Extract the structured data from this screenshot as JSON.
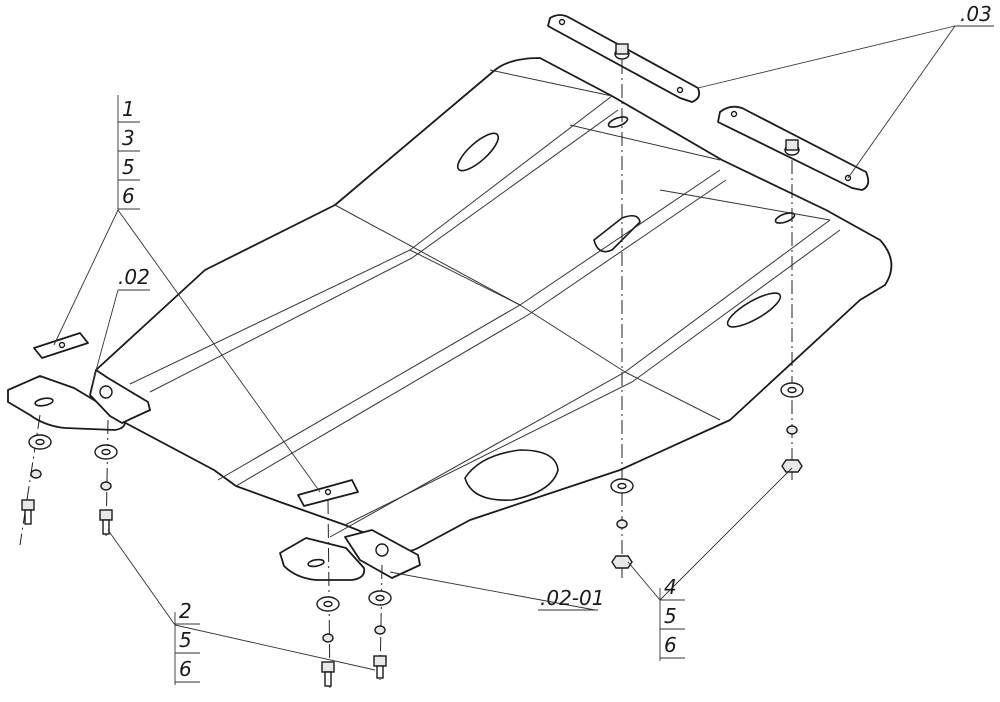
{
  "callouts": {
    "left_stack": [
      "1",
      "3",
      "5",
      "6"
    ],
    "left_part": ".02",
    "right_part": ".03",
    "front_part": ".02-01",
    "bottom_stack": [
      "2",
      "5",
      "6"
    ],
    "right_stack": [
      "4",
      "5",
      "6"
    ]
  }
}
